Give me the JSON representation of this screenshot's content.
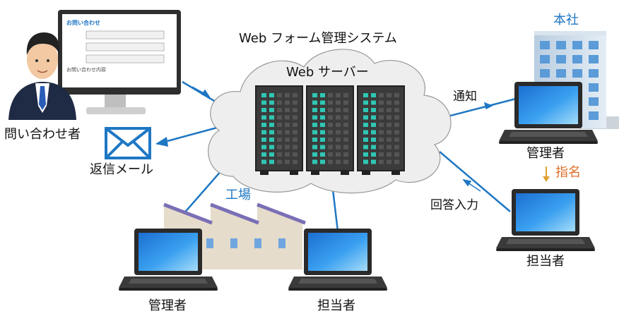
{
  "system_title": "Web フォーム管理システム",
  "server_label": "Web サーバー",
  "form_screen": {
    "title": "お問い合わせ",
    "content_label": "お問い合わせ内容"
  },
  "inquirer_label": "問い合わせ者",
  "reply_mail_label": "返信メール",
  "factory_label": "工場",
  "hq_label": "本社",
  "notify_label": "通知",
  "answer_input_label": "回答入力",
  "assign_label": "指名",
  "nodes": {
    "hq_manager": "管理者",
    "hq_staff": "担当者",
    "factory_manager": "管理者",
    "factory_staff": "担当者"
  },
  "colors": {
    "line": "#1e77c4",
    "accent": "#e0702a",
    "cloud_fill": "#eeeeee",
    "server": "#3b3b3b",
    "led": "#2fc7b4"
  }
}
